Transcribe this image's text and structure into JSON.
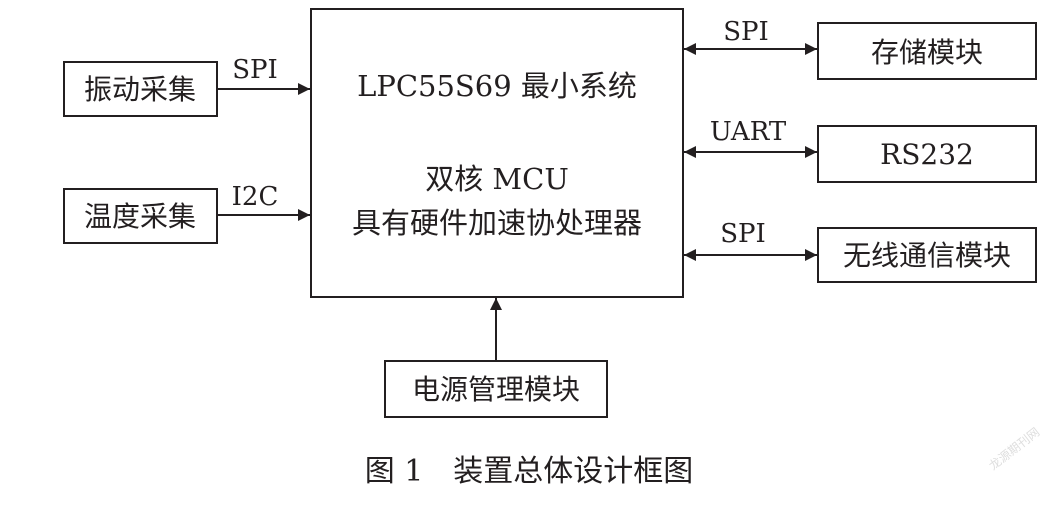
{
  "mcu": {
    "line1": "LPC55S69 最小系统",
    "line2": "双核 MCU",
    "line3": "具有硬件加速协处理器"
  },
  "inputs": {
    "vibration": {
      "label": "振动采集",
      "bus": "SPI"
    },
    "temperature": {
      "label": "温度采集",
      "bus": "I2C"
    }
  },
  "outputs": {
    "storage": {
      "label": "存储模块",
      "bus": "SPI"
    },
    "rs232": {
      "label": "RS232",
      "bus": "UART"
    },
    "wireless": {
      "label": "无线通信模块",
      "bus": "SPI"
    }
  },
  "power": {
    "label": "电源管理模块"
  },
  "caption": "图 1　装置总体设计框图",
  "watermark": "龙源期刊网"
}
